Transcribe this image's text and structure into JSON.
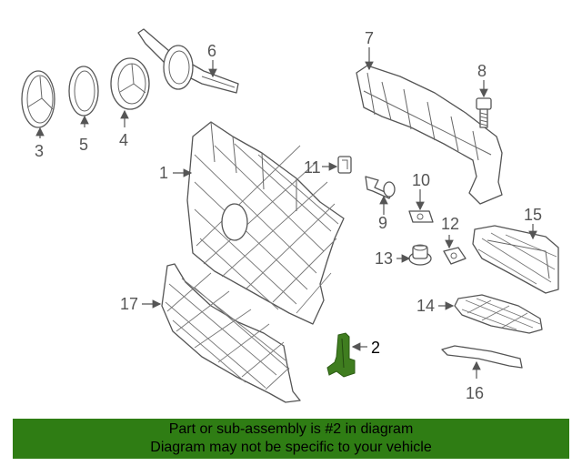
{
  "callouts": {
    "c1": "1",
    "c2": "2",
    "c3": "3",
    "c4": "4",
    "c5": "5",
    "c6": "6",
    "c7": "7",
    "c8": "8",
    "c9": "9",
    "c10": "10",
    "c11": "11",
    "c12": "12",
    "c13": "13",
    "c14": "14",
    "c15": "15",
    "c16": "16",
    "c17": "17"
  },
  "highlighted_part": "2",
  "highlight_color": "#3f7d1f",
  "banner": {
    "line1": "Part or sub-assembly is #2 in diagram",
    "line2": "Diagram may not be specific to your vehicle",
    "background": "#2f7d14"
  }
}
